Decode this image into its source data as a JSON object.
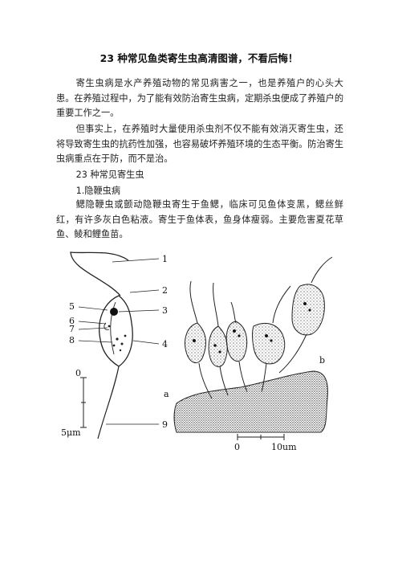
{
  "document": {
    "title": "23 种常见鱼类寄生虫高清图谱，不看后悔！",
    "paragraphs": [
      "寄生虫病是水产养殖动物的常见病害之一，也是养殖户的心头大患。在养殖过程中，为了能有效防治寄生虫病，定期杀虫便成了养殖户的重要工作之一。",
      "但事实上，在养殖时大量使用杀虫剂不仅不能有效消灭寄生虫，还将导致寄生虫的抗药性加强，也容易破坏养殖环境的生态平衡。防治寄生虫病重点在于防，而不是治。"
    ],
    "section_heading": "23 种常见寄生虫",
    "item_heading": "1.隐鞭虫病",
    "item_text": "鳃隐鞭虫或颤动隐鞭虫寄生于鱼鳃，临床可见鱼体变黑，鳃丝鲜红，有许多灰白色粘液。寄生于鱼体表，鱼身体瘦弱。主要危害夏花草鱼、鲮和鲤鱼苗。"
  },
  "figure": {
    "part_labels": [
      "1",
      "2",
      "3",
      "4",
      "5",
      "6",
      "7",
      "8",
      "9"
    ],
    "panel_a": "a",
    "panel_b": "b",
    "scale_left_zero": "0",
    "scale_left_unit": "5μm",
    "scale_right_zero": "0",
    "scale_right_unit": "10um"
  }
}
